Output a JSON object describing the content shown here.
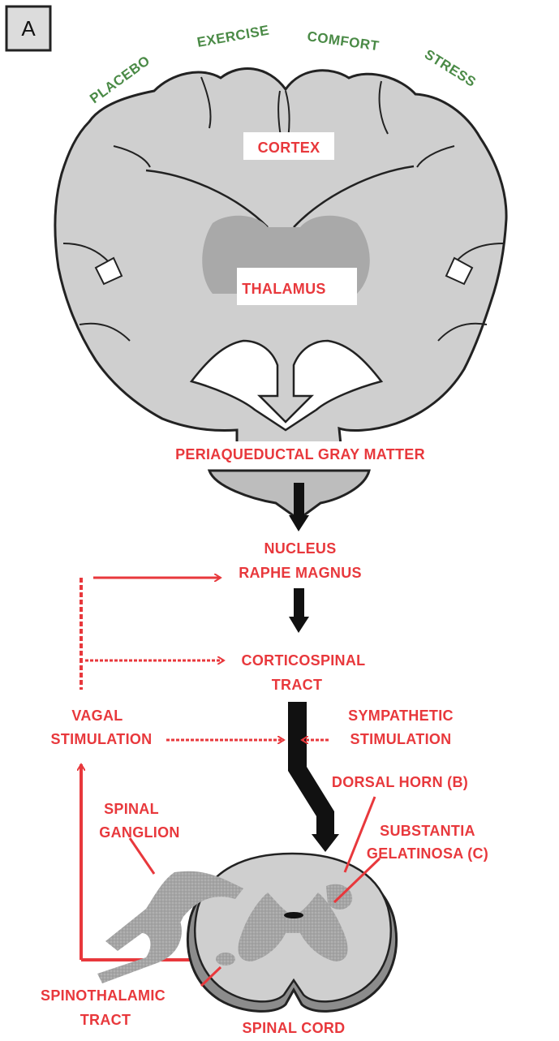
{
  "panel_label": "A",
  "influences": [
    {
      "id": "placebo",
      "text": "PLACEBO"
    },
    {
      "id": "exercise",
      "text": "EXERCISE"
    },
    {
      "id": "comfort",
      "text": "COMFORT"
    },
    {
      "id": "stress",
      "text": "STRESS"
    }
  ],
  "structures": {
    "cortex": "CORTEX",
    "thalamus": "THALAMUS",
    "pag": "PERIAQUEDUCTAL GRAY MATTER",
    "nrm_line1": "NUCLEUS",
    "nrm_line2": "RAPHE MAGNUS",
    "cst_line1": "CORTICOSPINAL",
    "cst_line2": "TRACT",
    "vagal_line1": "VAGAL",
    "vagal_line2": "STIMULATION",
    "symp_line1": "SYMPATHETIC",
    "symp_line2": "STIMULATION",
    "dorsal_horn": "DORSAL HORN (B)",
    "ganglion_line1": "SPINAL",
    "ganglion_line2": "GANGLION",
    "sg_line1": "SUBSTANTIA",
    "sg_line2": "GELATINOSA (C)",
    "stt_line1": "SPINOTHALAMIC",
    "stt_line2": "TRACT",
    "spinal_cord": "SPINAL CORD"
  },
  "colors": {
    "label_red": "#e8383c",
    "label_green": "#4a8a46",
    "tissue_gray": "#cfcfcf",
    "gray_matter": "#a9a9a9",
    "pathway_black": "#111111"
  }
}
